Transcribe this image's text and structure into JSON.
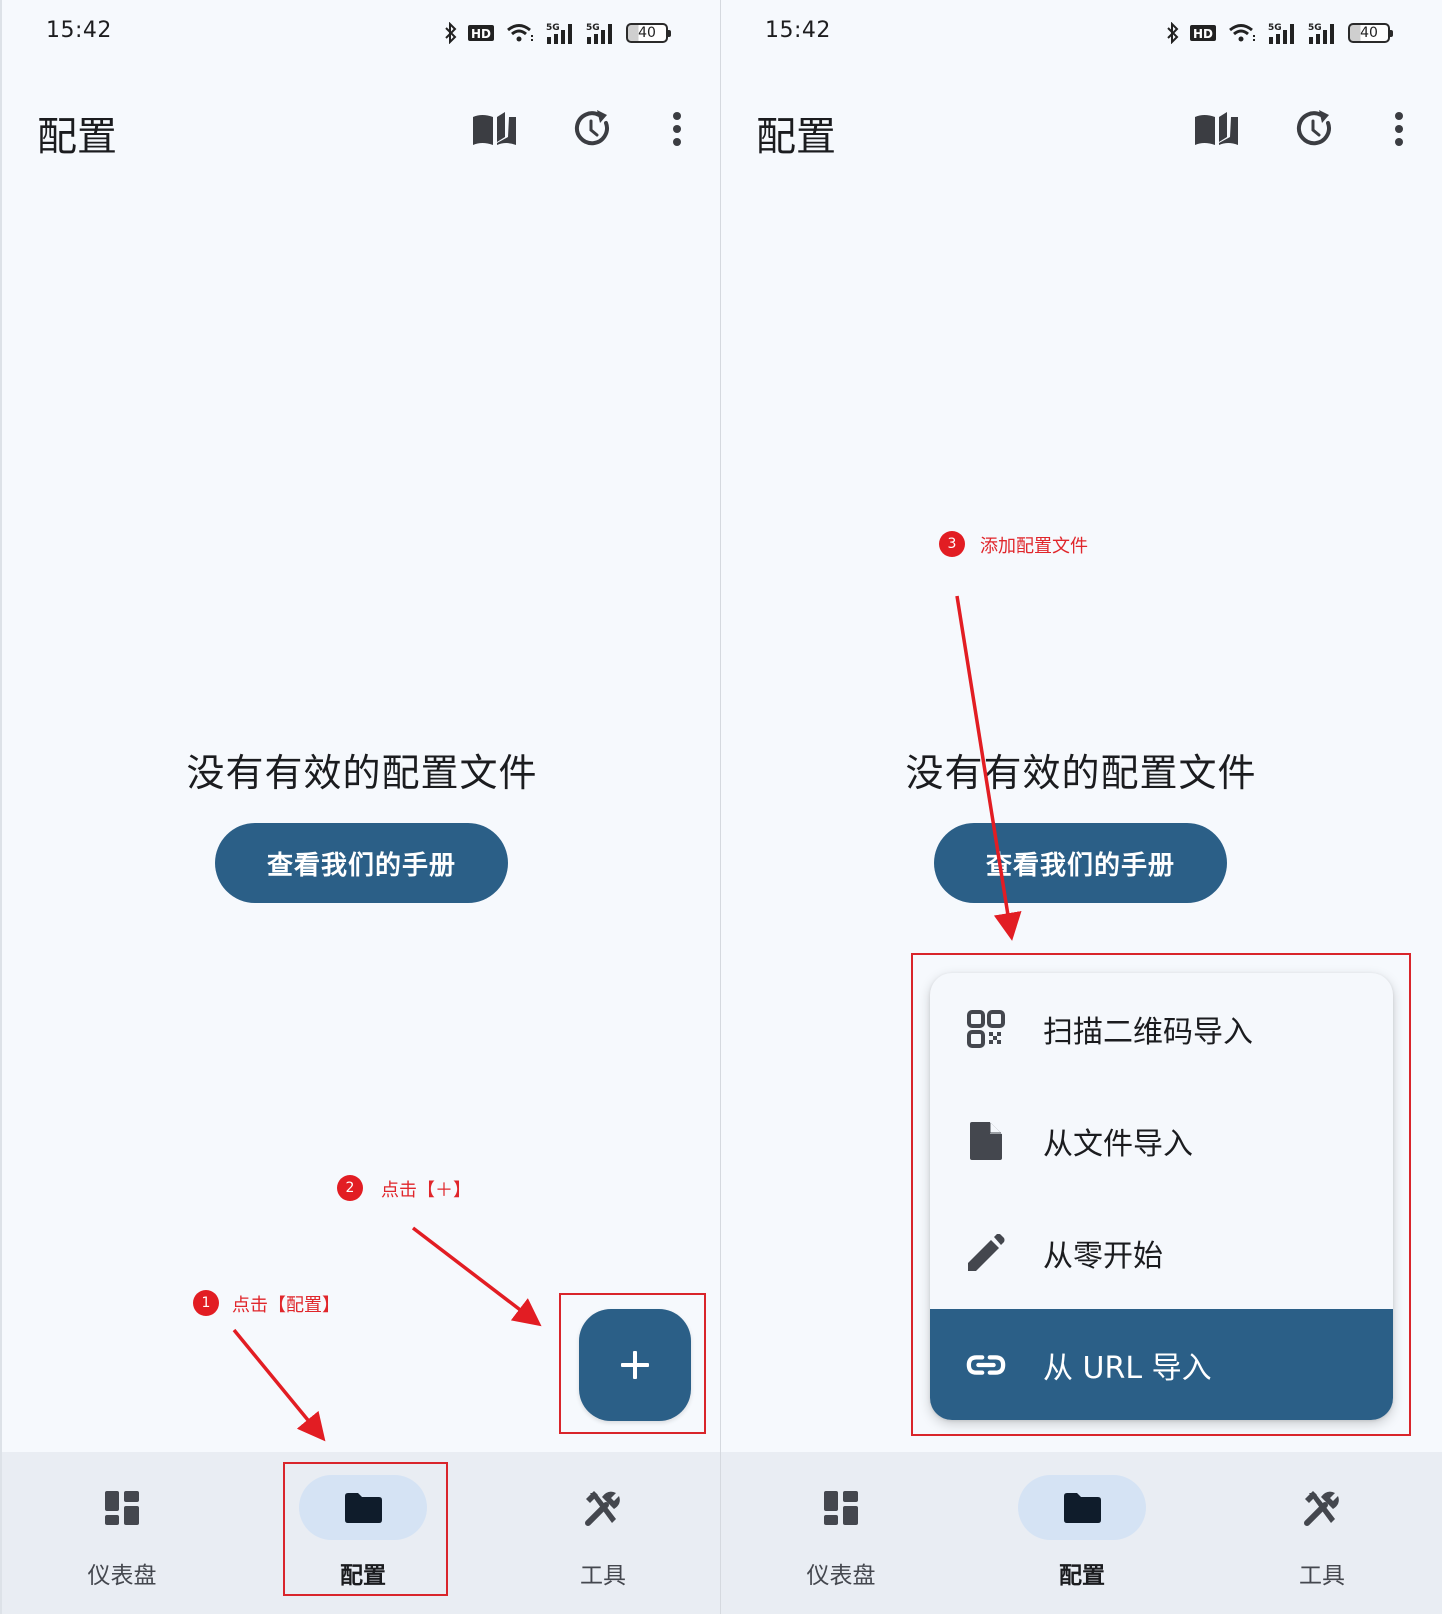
{
  "colors": {
    "primary": "#2b5f87",
    "annotation_red": "#e21d23",
    "background": "#f6f9fd",
    "nav_background": "#e9edf3",
    "nav_active_pill": "#d5e3f4",
    "icon_dark": "#44474e"
  },
  "screens": [
    {
      "status_bar": {
        "time": "15:42",
        "icons": [
          "bluetooth-icon",
          "hd-voice-icon",
          "wifi-icon",
          "5g-signal-icon",
          "5g-signal-icon"
        ],
        "signal_label": "5G",
        "hd_label": "HD",
        "battery": "40"
      },
      "app_bar": {
        "title": "配置",
        "actions": [
          "book-icon",
          "history-icon",
          "more-vert-icon"
        ]
      },
      "empty_state": {
        "title": "没有有效的配置文件",
        "button_label": "查看我们的手册"
      },
      "fab": {
        "icon": "plus-icon",
        "label": "+"
      },
      "bottom_nav": [
        {
          "label": "仪表盘",
          "icon": "dashboard-icon",
          "active": false
        },
        {
          "label": "配置",
          "icon": "folder-icon",
          "active": true
        },
        {
          "label": "工具",
          "icon": "tools-icon",
          "active": false
        }
      ],
      "annotations": [
        {
          "number": "1",
          "text": "点击【配置】"
        },
        {
          "number": "2",
          "text": "点击【＋】"
        }
      ]
    },
    {
      "status_bar": {
        "time": "15:42",
        "icons": [
          "bluetooth-icon",
          "hd-voice-icon",
          "wifi-icon",
          "5g-signal-icon",
          "5g-signal-icon"
        ],
        "signal_label": "5G",
        "hd_label": "HD",
        "battery": "40"
      },
      "app_bar": {
        "title": "配置",
        "actions": [
          "book-icon",
          "history-icon",
          "more-vert-icon"
        ]
      },
      "empty_state": {
        "title": "没有有效的配置文件",
        "button_label": "查看我们的手册"
      },
      "menu": {
        "items": [
          {
            "label": "扫描二维码导入",
            "icon": "qr-code-icon",
            "highlighted": false
          },
          {
            "label": "从文件导入",
            "icon": "file-icon",
            "highlighted": false
          },
          {
            "label": "从零开始",
            "icon": "pencil-icon",
            "highlighted": false
          },
          {
            "label": "从 URL 导入",
            "icon": "link-icon",
            "highlighted": true
          }
        ]
      },
      "bottom_nav": [
        {
          "label": "仪表盘",
          "icon": "dashboard-icon",
          "active": false
        },
        {
          "label": "配置",
          "icon": "folder-icon",
          "active": true
        },
        {
          "label": "工具",
          "icon": "tools-icon",
          "active": false
        }
      ],
      "annotations": [
        {
          "number": "3",
          "text": "添加配置文件"
        }
      ]
    }
  ]
}
